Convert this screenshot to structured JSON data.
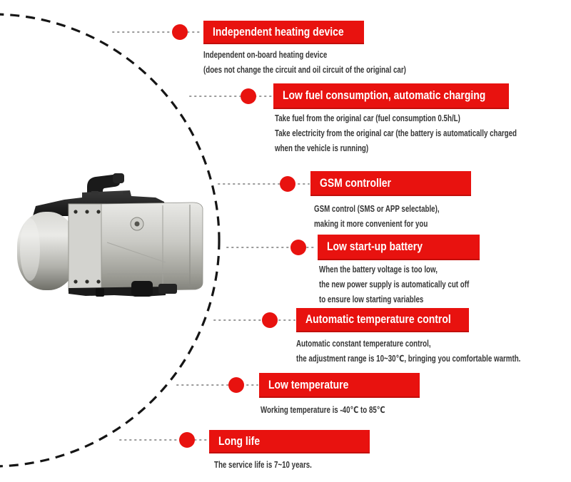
{
  "colors": {
    "accent_red": "#e8120f",
    "banner_text": "#ffffff",
    "body_text": "#363636",
    "dashed_circle": "#151515",
    "leader_dots": "#999999"
  },
  "product": {
    "name": "parking-heater-photo"
  },
  "features": [
    {
      "title": "Independent heating device",
      "lines": [
        "Independent on-board heating device",
        "(does not change the circuit and oil circuit of the original car)"
      ]
    },
    {
      "title": "Low fuel consumption, automatic charging",
      "lines": [
        "Take fuel from the original car (fuel consumption 0.5h/L)",
        "Take electricity from the original car (the battery is automatically charged",
        "when the vehicle is running)"
      ]
    },
    {
      "title": "GSM controller",
      "lines": [
        "GSM control (SMS or APP selectable),",
        "making it more convenient for you"
      ]
    },
    {
      "title": "Low start-up battery",
      "lines": [
        "When the battery voltage is too low,",
        "the new power supply is automatically cut off",
        "to ensure low starting variables"
      ]
    },
    {
      "title": "Automatic temperature control",
      "lines": [
        "Automatic constant temperature control,",
        "the adjustment range is 10~30℃, bringing you comfortable warmth."
      ]
    },
    {
      "title": "Low temperature",
      "lines": [
        "Working temperature is -40℃ to 85℃"
      ]
    },
    {
      "title": "Long life",
      "lines": [
        "The service life is 7~10 years."
      ]
    }
  ]
}
